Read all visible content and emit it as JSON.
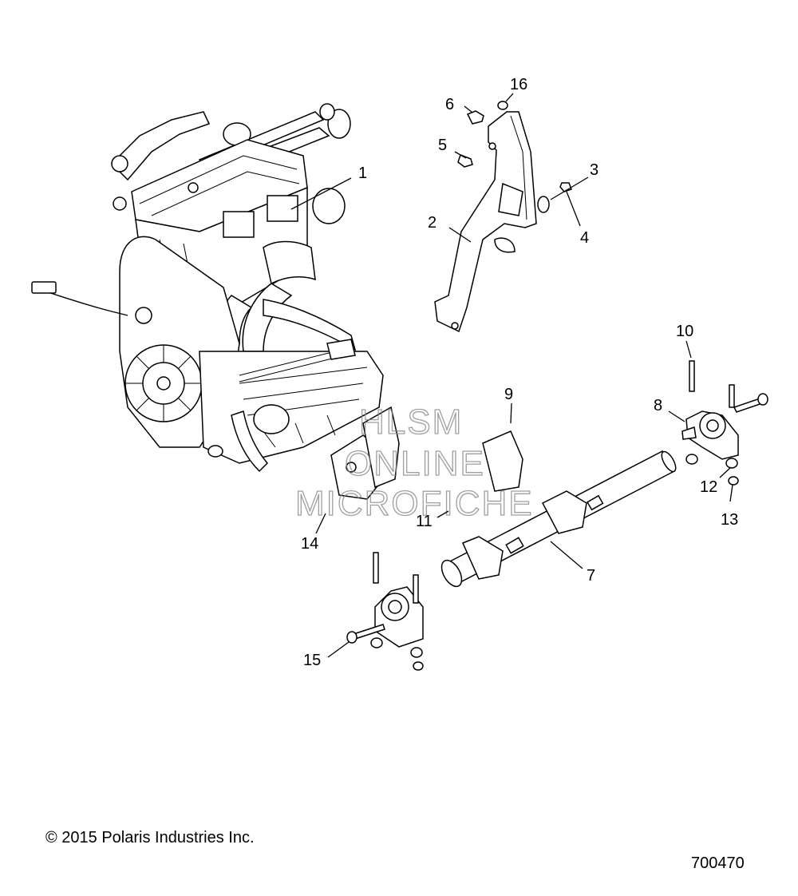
{
  "diagram": {
    "callouts": [
      "1",
      "2",
      "3",
      "4",
      "5",
      "6",
      "7",
      "8",
      "9",
      "10",
      "11",
      "12",
      "13",
      "14",
      "15",
      "16"
    ]
  },
  "watermark": {
    "line1": "HLSM",
    "line2": "ONLINE",
    "line3": "MICROFICHE"
  },
  "footer": {
    "copyright": "© 2015 Polaris Industries Inc.",
    "diagram_number": "700470"
  }
}
